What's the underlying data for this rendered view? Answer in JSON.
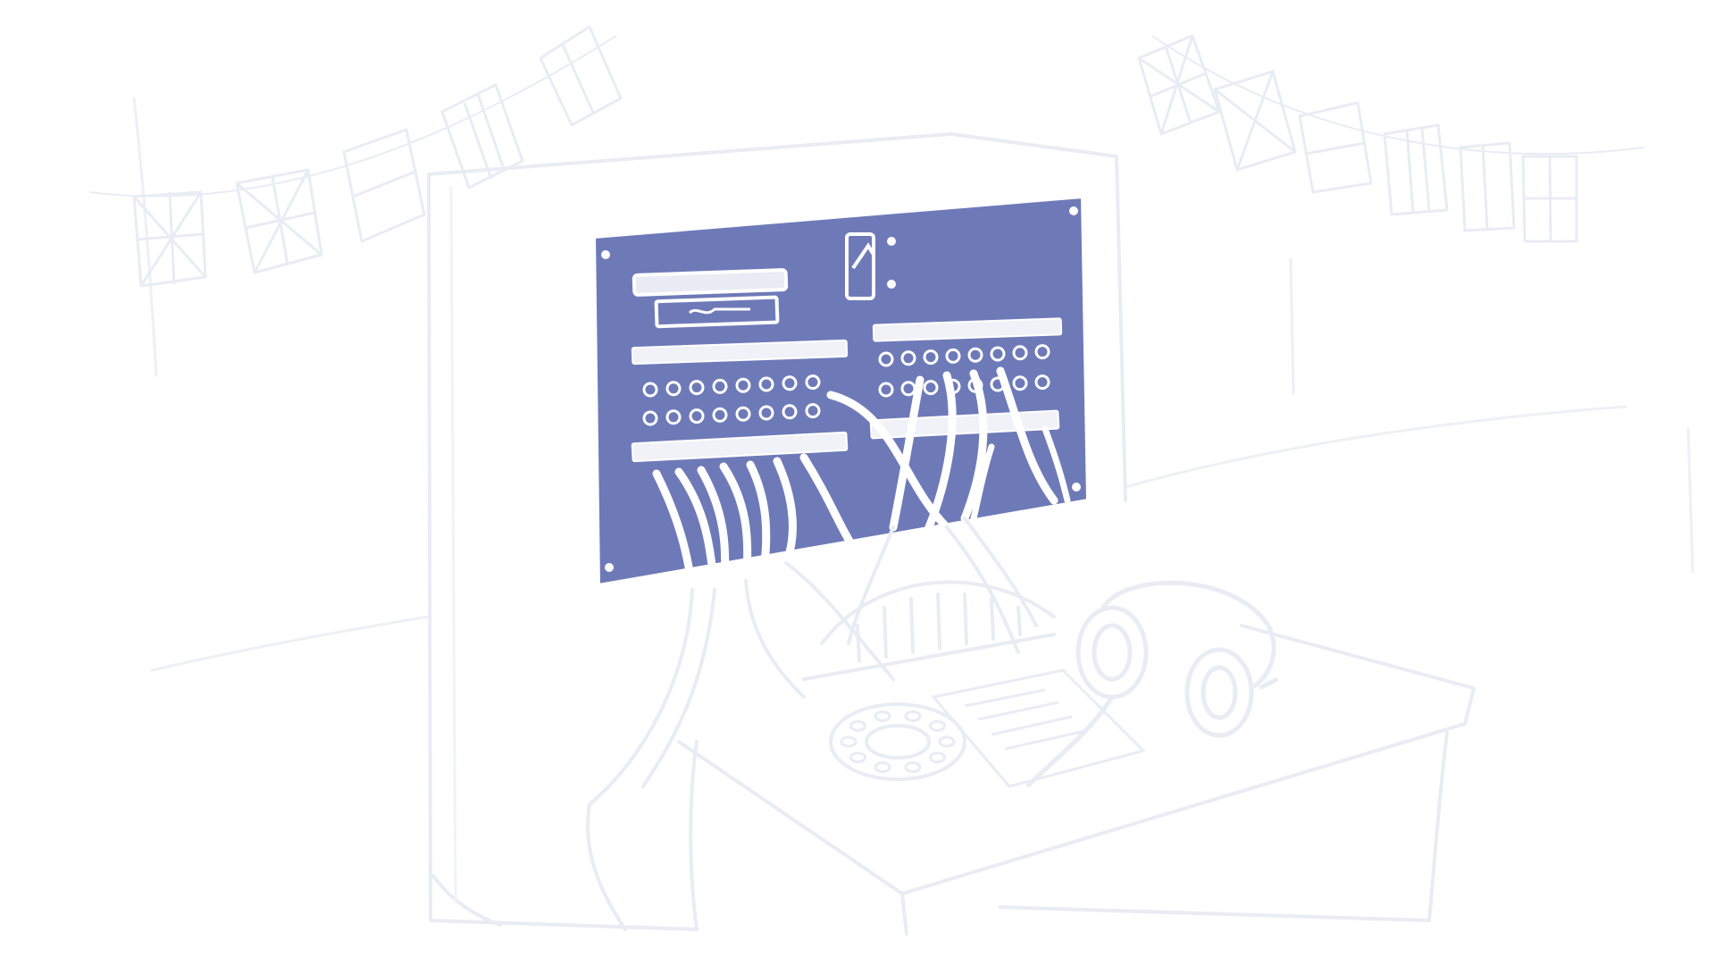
{
  "colors": {
    "background": "#ffffff",
    "sketch_line": "#e9ecf3",
    "sketch_line_soft": "#f0f2f7",
    "panel_blue": "#6e7ab8",
    "panel_highlight": "#ffffff"
  },
  "elements": [
    {
      "name": "bunting-flags-left",
      "icon": "union-jack-flag-icon"
    },
    {
      "name": "bunting-flags-right",
      "icon": "union-jack-flag-icon"
    },
    {
      "name": "switchboard-cabinet",
      "icon": "cabinet-icon"
    },
    {
      "name": "switchboard-panel",
      "icon": "jack-panel-icon"
    },
    {
      "name": "patch-cables",
      "icon": "cable-icon"
    },
    {
      "name": "rotary-dial",
      "icon": "rotary-phone-dial-icon"
    },
    {
      "name": "headphones",
      "icon": "headphones-icon"
    },
    {
      "name": "desk-notepad",
      "icon": "notepad-icon"
    }
  ]
}
